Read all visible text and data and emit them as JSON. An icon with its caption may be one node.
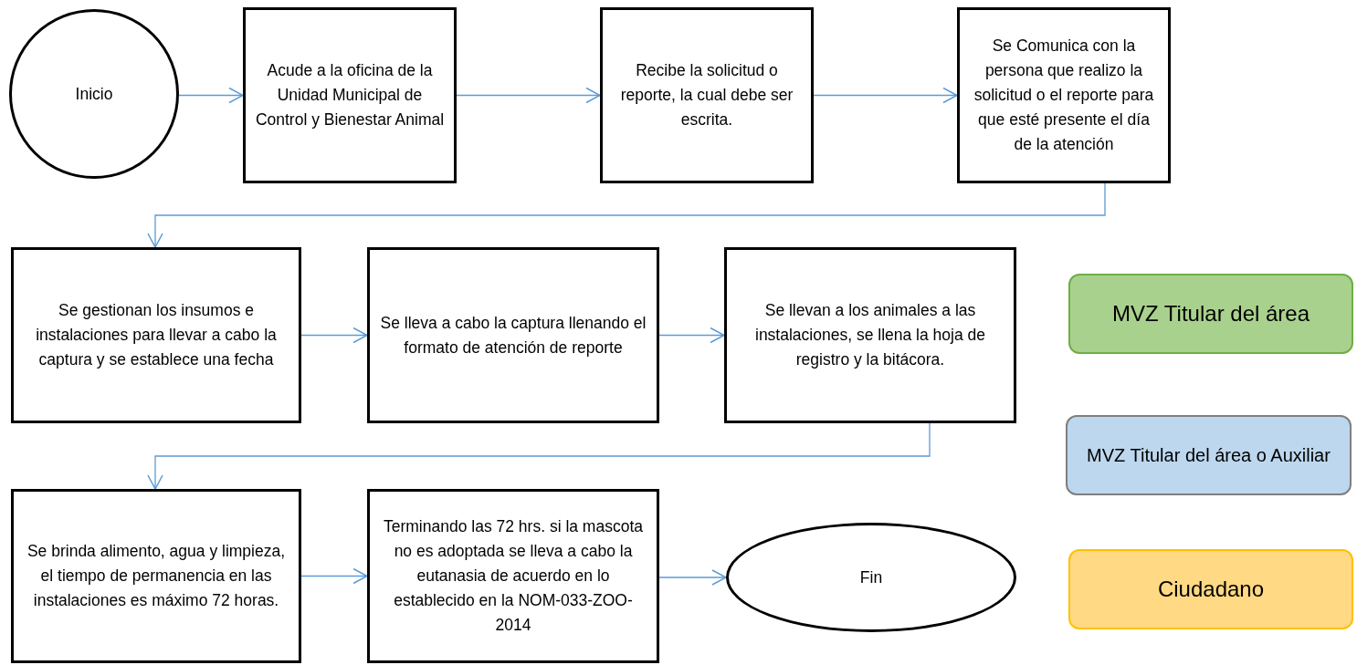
{
  "diagram": {
    "nodes": [
      {
        "text": [
          "Inicio"
        ]
      },
      {
        "text": [
          "Acude a la oficina de la Unidad Municipal de Control y Bienestar Animal"
        ]
      },
      {
        "text": [
          "Recibe la solicitud o reporte, la cual debe ser escrita."
        ]
      },
      {
        "text": [
          "Se Comunica con la persona que realizo la solicitud o el reporte para que esté presente el día de la atención"
        ]
      },
      {
        "text": [
          "Se gestionan los insumos e instalaciones para llevar a cabo la captura y se establece una fecha"
        ]
      },
      {
        "text": [
          "Se lleva a cabo la captura llenando el formato de atención de reporte"
        ]
      },
      {
        "text": [
          "Se llevan a los animales a las instalaciones, se llena la hoja de registro y la bitácora."
        ]
      },
      {
        "text": [
          "Se brinda alimento, agua y limpieza, el tiempo de permanencia en las instalaciones es máximo 72 horas."
        ]
      },
      {
        "text": [
          "Terminando las 72 hrs. si la mascota no es adoptada se lleva a cabo la eutanasia de acuerdo en lo establecido en la NOM-033-ZOO-2014"
        ]
      },
      {
        "text": [
          "Fin"
        ]
      }
    ],
    "edges": [
      {
        "from": 0,
        "to": 1,
        "arrow": "to"
      },
      {
        "from": 1,
        "to": 2,
        "arrow": "to"
      },
      {
        "from": 2,
        "to": 3,
        "arrow": "to"
      },
      {
        "from": 3,
        "to": 4,
        "arrow": "to"
      },
      {
        "from": 4,
        "to": 5,
        "arrow": "to"
      },
      {
        "from": 5,
        "to": 6,
        "arrow": "to"
      },
      {
        "from": 6,
        "to": 7,
        "arrow": "to"
      },
      {
        "from": 7,
        "to": 8,
        "arrow": "to"
      },
      {
        "from": 8,
        "to": 9,
        "arrow": "to"
      }
    ],
    "legend": [
      {
        "text": "MVZ Titular del área",
        "color": "#a9d18e"
      },
      {
        "text": "MVZ Titular del área o Auxiliar",
        "color": "#bdd7ee"
      },
      {
        "text": "Ciudadano",
        "color": "#ffd983"
      }
    ]
  }
}
